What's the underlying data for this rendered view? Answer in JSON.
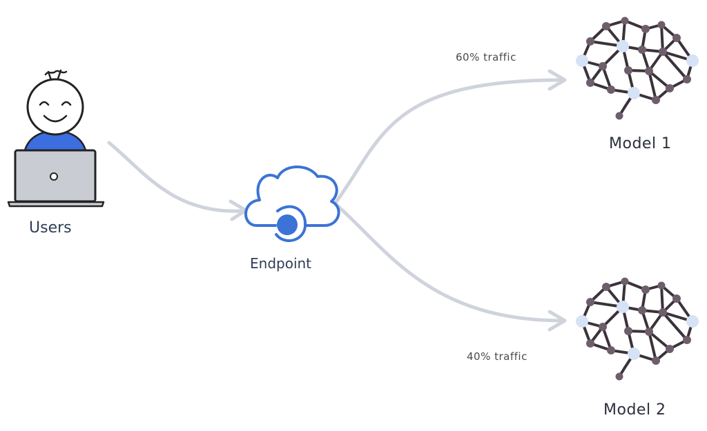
{
  "nodes": {
    "users": {
      "label": "Users"
    },
    "endpoint": {
      "label": "Endpoint"
    },
    "model1": {
      "label": "Model 1"
    },
    "model2": {
      "label": "Model 2"
    }
  },
  "edges": {
    "to_model1": {
      "label": "60% traffic"
    },
    "to_model2": {
      "label": "40% traffic"
    }
  },
  "colors": {
    "arrow": "#cfd3dc",
    "accent_blue": "#3b73d6",
    "shirt_blue": "#3d6ee0",
    "laptop_gray": "#c9ccd2",
    "brain_line": "#3a3339",
    "brain_node_dark": "#6e5e6b",
    "brain_node_light": "#d6e2f5"
  },
  "icons": {
    "users": "person-with-laptop-icon",
    "endpoint": "cloud-endpoint-icon",
    "model": "neural-network-brain-icon"
  }
}
